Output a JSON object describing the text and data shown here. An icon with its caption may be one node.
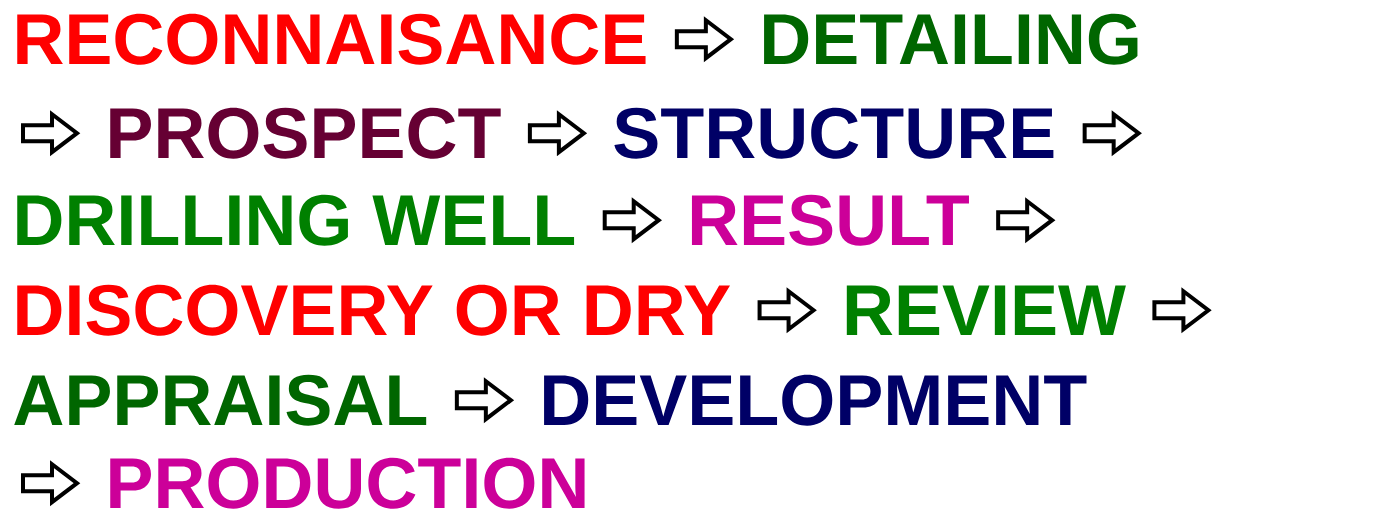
{
  "diagram": {
    "nodes": [
      {
        "text": [
          "RECONNAISANCE"
        ]
      },
      {
        "text": [
          "DETAILING"
        ]
      },
      {
        "text": [
          "PROSPECT"
        ]
      },
      {
        "text": [
          "STRUCTURE"
        ]
      },
      {
        "text": [
          "DRILLING WELL"
        ]
      },
      {
        "text": [
          "RESULT"
        ]
      },
      {
        "text": [
          "DISCOVERY OR DRY"
        ]
      },
      {
        "text": [
          "REVIEW"
        ]
      },
      {
        "text": [
          "APPRAISAL"
        ]
      },
      {
        "text": [
          "DEVELOPMENT"
        ]
      },
      {
        "text": [
          "PRODUCTION"
        ]
      }
    ],
    "edges": [
      {
        "from": 0,
        "to": 1,
        "arrow": "to"
      },
      {
        "from": null,
        "to": 2,
        "arrow": "to"
      },
      {
        "from": 2,
        "to": 3,
        "arrow": "to"
      },
      {
        "from": 3,
        "to": null,
        "arrow": "to"
      },
      {
        "from": 4,
        "to": 5,
        "arrow": "to"
      },
      {
        "from": 5,
        "to": null,
        "arrow": "to"
      },
      {
        "from": 6,
        "to": 7,
        "arrow": "to"
      },
      {
        "from": 7,
        "to": null,
        "arrow": "to"
      },
      {
        "from": 8,
        "to": 9,
        "arrow": "to"
      },
      {
        "from": null,
        "to": 10,
        "arrow": "to"
      }
    ]
  }
}
